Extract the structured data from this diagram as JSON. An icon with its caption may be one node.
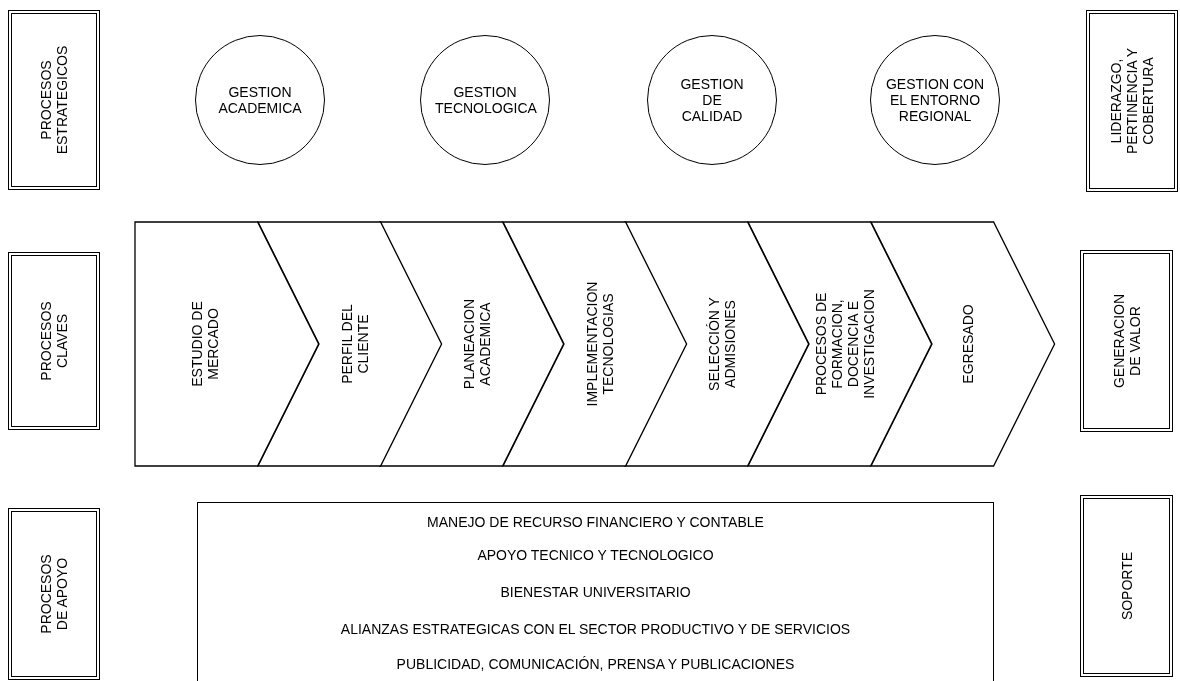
{
  "diagram": {
    "nodes": [
      {
        "text": [
          "PROCESOS ESTRATEGICOS"
        ]
      },
      {
        "text": [
          "GESTION ACADEMICA"
        ]
      },
      {
        "text": [
          "GESTION TECNOLOGICA"
        ]
      },
      {
        "text": [
          "GESTION DE CALIDAD"
        ]
      },
      {
        "text": [
          "GESTION CON EL ENTORNO REGIONAL"
        ]
      },
      {
        "text": [
          "LIDERAZGO, PERTINENCIA Y COBERTURA"
        ]
      },
      {
        "text": [
          "PROCESOS CLAVES"
        ]
      },
      {
        "text": [
          "ESTUDIO DE MERCADO"
        ]
      },
      {
        "text": [
          "PERFIL DEL CLIENTE"
        ]
      },
      {
        "text": [
          "PLANEACION ACADEMICA"
        ]
      },
      {
        "text": [
          "IMPLEMENTACION TECNOLOGIAS"
        ]
      },
      {
        "text": [
          "SELECCIÓN Y ADMISIONES"
        ]
      },
      {
        "text": [
          "PROCESOS DE FORMACION, DOCENCIA E INVESTIGACION"
        ]
      },
      {
        "text": [
          "EGRESADO"
        ]
      },
      {
        "text": [
          "GENERACION DE VALOR"
        ]
      },
      {
        "text": [
          "PROCESOS DE APOYO"
        ]
      },
      {
        "text": [
          "MANEJO DE RECURSO FINANCIERO Y CONTABLE",
          "APOYO TECNICO Y TECNOLOGICO",
          "BIENESTAR UNIVERSITARIO",
          "ALIANZAS ESTRATEGICAS CON EL SECTOR PRODUCTIVO Y DE SERVICIOS",
          "PUBLICIDAD, COMUNICACIÓN, PRENSA Y PUBLICACIONES"
        ]
      },
      {
        "text": [
          "SOPORTE"
        ]
      }
    ]
  }
}
